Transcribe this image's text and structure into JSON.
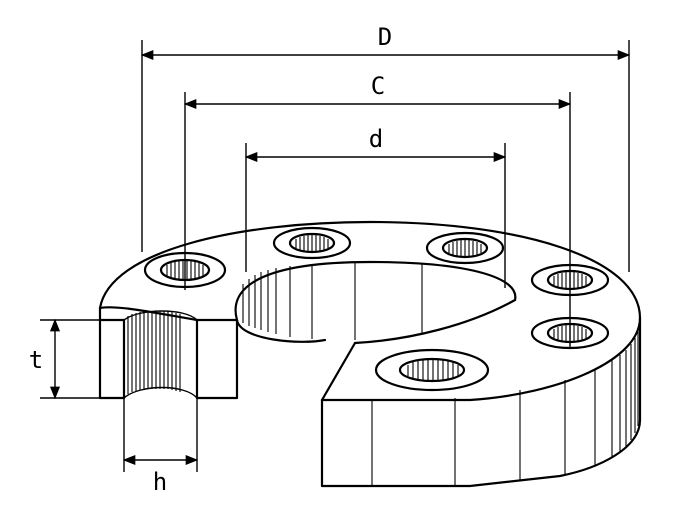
{
  "diagram": {
    "dimensions": {
      "outer_diameter": "D",
      "bolt_circle": "C",
      "bore": "d",
      "thickness": "t",
      "bolt_hole": "h"
    },
    "colors": {
      "line": "#000000",
      "background": "#ffffff"
    }
  }
}
